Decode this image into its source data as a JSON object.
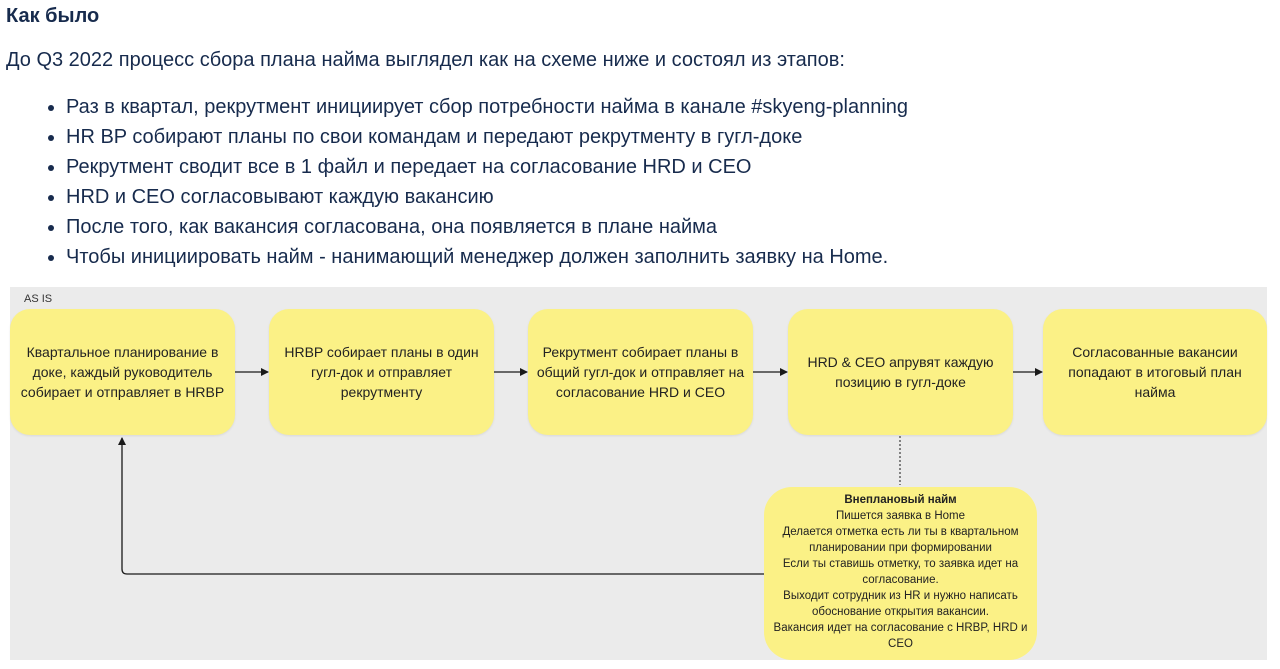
{
  "heading": "Как было",
  "intro": "До Q3 2022 процесс сбора плана найма выглядел как на схеме ниже и состоял из этапов:",
  "bullets": [
    "Раз в квартал, рекрутмент инициирует сбор потребности найма в канале #skyeng-planning",
    "HR BP собирают планы по свои командам и передают рекрутменту в гугл-доке",
    "Рекрутмент сводит все в 1 файл и передает на согласование HRD и CEO",
    "HRD и CEO согласовывают каждую вакансию",
    "После того, как вакансия согласована, она появляется в плане найма",
    "Чтобы инициировать найм - нанимающий менеджер должен заполнить заявку на Home."
  ],
  "diagram": {
    "frame_label": "AS IS",
    "nodes": [
      "Квартальное планирование в доке, каждый руководитель собирает и отправляет в HRBP",
      "HRBP собирает планы в один гугл-док и отправляет рекрутменту",
      "Рекрутмент собирает планы в общий гугл-док и отправляет на согласование HRD и CEO",
      "HRD & CEO апрувят каждую позицию в гугл-доке",
      "Согласованные вакансии попадают в итоговый план найма"
    ],
    "note": {
      "title": "Внеплановый найм",
      "lines": [
        "Пишется заявка в Home",
        "Делается отметка есть ли ты в квартальном планировании при формировании",
        "Если ты ставишь отметку, то заявка идет на согласование.",
        "Выходит сотрудник из HR и нужно написать обоснование открытия вакансии.",
        "Вакансия идет на согласование с HRBP, HRD и CEO"
      ]
    },
    "colors": {
      "node_fill": "#fbf186",
      "background": "#ebebeb",
      "connector": "#1a1a1a"
    }
  }
}
